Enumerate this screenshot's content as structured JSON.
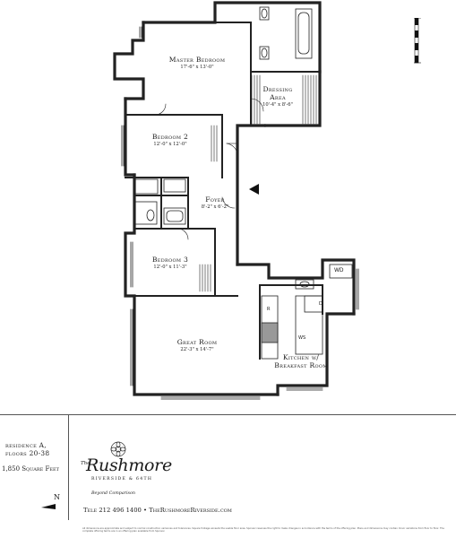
{
  "rooms": {
    "master": {
      "name": "Master Bedroom",
      "dims": "17'-6\" x 13'-0\""
    },
    "dressing": {
      "name": "Dressing Area",
      "dims": "10'-4\" x 8'-6\""
    },
    "bed2": {
      "name": "Bedroom 2",
      "dims": "12'-0\" x 12'-0\""
    },
    "foyer": {
      "name": "Foyer",
      "dims": "8'-2\" x 6'-2\""
    },
    "bed3": {
      "name": "Bedroom 3",
      "dims": "12'-0\" x 11'-3\""
    },
    "great": {
      "name": "Great Room",
      "dims": "22'-3\" x 14'-7\""
    },
    "kitchen": {
      "name": "Kitchen w/ Breakfast Room"
    }
  },
  "appliance_tags": {
    "wd": "WD",
    "r": "R",
    "d": "D",
    "ws": "WS"
  },
  "residence": {
    "line1": "residence A,",
    "line2": "floors 20-38"
  },
  "area": "1,850 Square Feet",
  "north_label": "N",
  "brand": {
    "the": "The",
    "name": "Rushmore",
    "subtitle": "RIVERSIDE & 64TH",
    "tagline": "Beyond Comparison"
  },
  "contact": "Tele 212 496 1400 • TheRushmoreRiverside.com",
  "disclaimer": "All dimensions are approximate and subject to normal construction variances and tolerances. Square footage exceeds the usable floor area. Sponsor reserves the right to make changes in accordance with the terms of the offering plan. Plans and dimensions may contain minor variations from floor to floor. The complete offering terms are in an offering plan available from Sponsor."
}
